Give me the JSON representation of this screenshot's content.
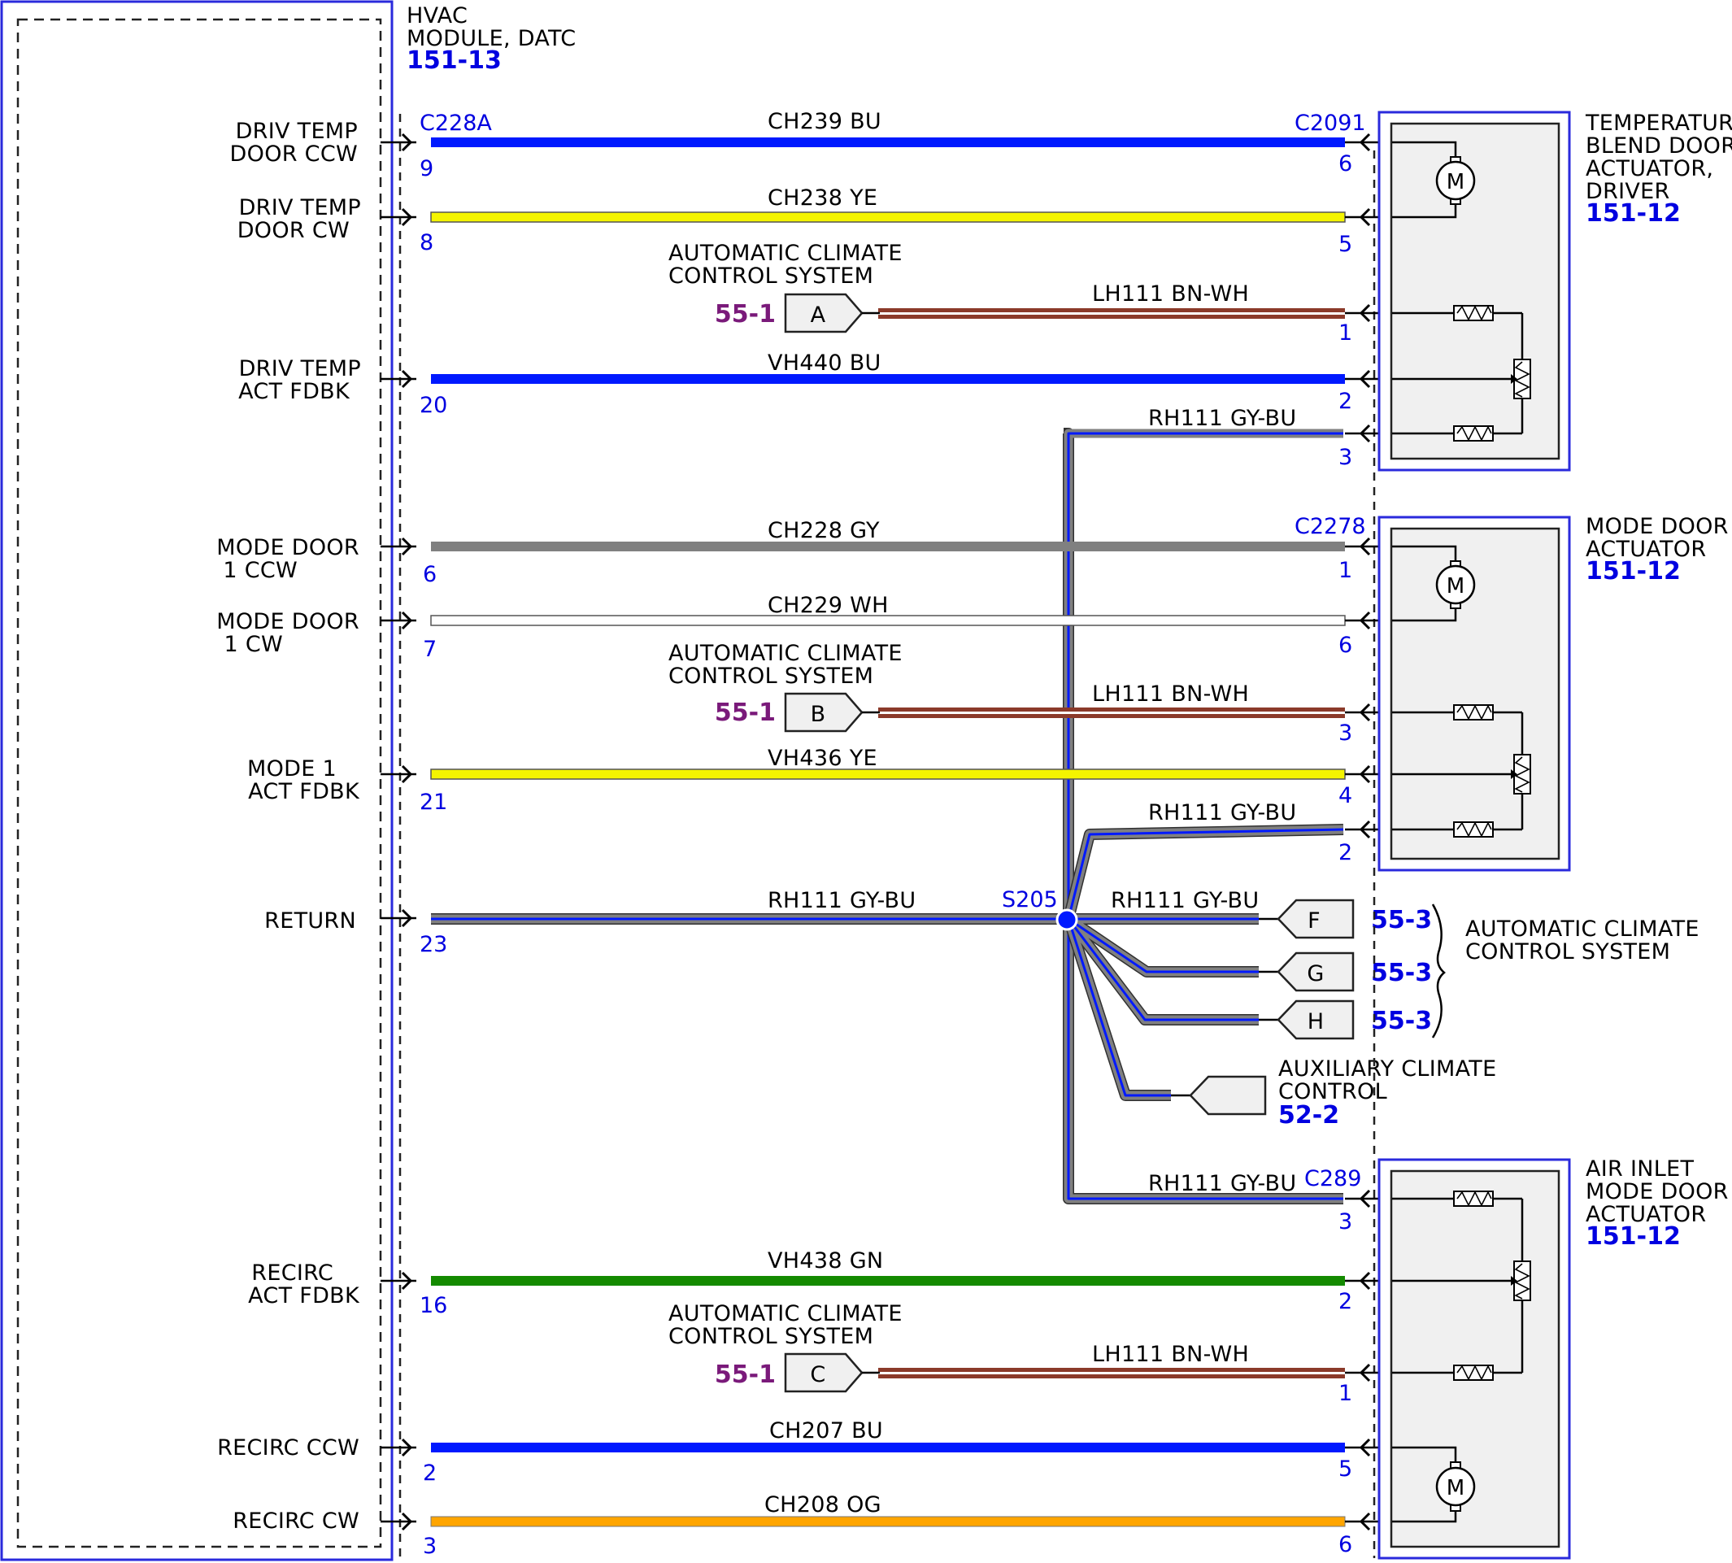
{
  "colors": {
    "BU": "#0019ff",
    "YE": "#f4f400",
    "GY": "#808080",
    "WH": "#ffffff",
    "GN": "#148a00",
    "OG": "#ffa500",
    "BN": "#8b3a2a",
    "link_blue": "#0000e0",
    "link_purple": "#7a1a7a",
    "module_border": "#2a2adc",
    "actuator_fill": "#f0f0f0"
  },
  "hvac_module": {
    "title_line1": "HVAC",
    "title_line2": "MODULE, DATC",
    "ref": "151-13",
    "connector": "C228A",
    "signals": [
      {
        "line1": "DRIV TEMP",
        "line2": "DOOR CCW"
      },
      {
        "line1": "DRIV TEMP",
        "line2": "DOOR CW"
      },
      {
        "line1": "DRIV TEMP",
        "line2": "ACT FDBK"
      },
      {
        "line1": "MODE DOOR",
        "line2": "1 CCW"
      },
      {
        "line1": "MODE DOOR",
        "line2": "1 CW"
      },
      {
        "line1": "MODE 1",
        "line2": "ACT FDBK"
      },
      {
        "line1": "RETURN",
        "line2": ""
      },
      {
        "line1": "RECIRC",
        "line2": "ACT FDBK"
      },
      {
        "line1": "RECIRC CCW",
        "line2": ""
      },
      {
        "line1": "RECIRC CW",
        "line2": ""
      }
    ]
  },
  "wires": [
    {
      "circuit": "CH239  BU",
      "color": "BU",
      "left_pin": "9",
      "right_pin": "6"
    },
    {
      "circuit": "CH238  YE",
      "color": "YE",
      "left_pin": "8",
      "right_pin": "5"
    },
    {
      "circuit": "LH111  BN-WH",
      "color": "BN",
      "ref": "55-1",
      "tag": "A",
      "right_pin": "1"
    },
    {
      "circuit": "VH440  BU",
      "color": "BU",
      "left_pin": "20",
      "right_pin": "2"
    },
    {
      "circuit": "RH111  GY-BU",
      "color": "GY",
      "right_pin": "3"
    },
    {
      "circuit": "CH228  GY",
      "color": "GY",
      "left_pin": "6",
      "right_pin": "1"
    },
    {
      "circuit": "CH229  WH",
      "color": "WH",
      "left_pin": "7",
      "right_pin": "6"
    },
    {
      "circuit": "LH111  BN-WH",
      "color": "BN",
      "ref": "55-1",
      "tag": "B",
      "right_pin": "3"
    },
    {
      "circuit": "VH436  YE",
      "color": "YE",
      "left_pin": "21",
      "right_pin": "4"
    },
    {
      "circuit": "RH111  GY-BU",
      "color": "GY",
      "right_pin": "2"
    },
    {
      "circuit": "RH111  GY-BU",
      "color": "GY",
      "left_pin": "23"
    },
    {
      "circuit": "RH111  GY-BU",
      "color": "GY",
      "right_pin": "3"
    },
    {
      "circuit": "VH438  GN",
      "color": "GN",
      "left_pin": "16",
      "right_pin": "2"
    },
    {
      "circuit": "LH111  BN-WH",
      "color": "BN",
      "ref": "55-1",
      "tag": "C",
      "right_pin": "1"
    },
    {
      "circuit": "CH207  BU",
      "color": "BU",
      "left_pin": "2",
      "right_pin": "5"
    },
    {
      "circuit": "CH208  OG",
      "color": "OG",
      "left_pin": "3",
      "right_pin": "6"
    }
  ],
  "splice": {
    "id": "S205",
    "branch_circuit": "RH111  GY-BU",
    "outputs": [
      {
        "tag": "F",
        "ref": "55-3"
      },
      {
        "tag": "G",
        "ref": "55-3"
      },
      {
        "tag": "H",
        "ref": "55-3"
      },
      {
        "tag": "",
        "ref": "52-2"
      }
    ],
    "acc_line1": "AUTOMATIC CLIMATE",
    "acc_line2": "CONTROL SYSTEM",
    "aux_line1": "AUXILIARY CLIMATE",
    "aux_line2": "CONTROL"
  },
  "acc_label": {
    "line1": "AUTOMATIC CLIMATE",
    "line2": "CONTROL SYSTEM"
  },
  "actuators": [
    {
      "connector": "C2091",
      "line1": "TEMPERATURE",
      "line2": "BLEND DOOR",
      "line3": "ACTUATOR,",
      "line4": "DRIVER",
      "ref": "151-12"
    },
    {
      "connector": "C2278",
      "line1": "MODE DOOR",
      "line2": "ACTUATOR",
      "line3": "",
      "line4": "",
      "ref": "151-12"
    },
    {
      "connector": "C289",
      "line1": "AIR INLET",
      "line2": "MODE DOOR",
      "line3": "ACTUATOR",
      "line4": "",
      "ref": "151-12"
    }
  ],
  "motor_symbol": "M"
}
